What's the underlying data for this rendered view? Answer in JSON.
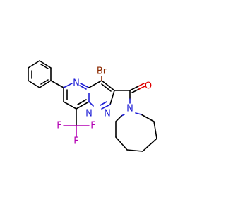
{
  "atoms": {
    "n_pyrimidine": "N",
    "n_bridge": "N",
    "n_pyrazole": "N",
    "n_azepane": "N",
    "bromine": "Br",
    "oxygen": "O",
    "fluorine_left": "F",
    "fluorine_right": "F",
    "fluorine_bottom": "F"
  },
  "colors": {
    "carbon": "#000000",
    "nitrogen": "#1f1fd6",
    "oxygen": "#e00000",
    "bromine": "#8c2a00",
    "fluorine": "#b400b4"
  }
}
